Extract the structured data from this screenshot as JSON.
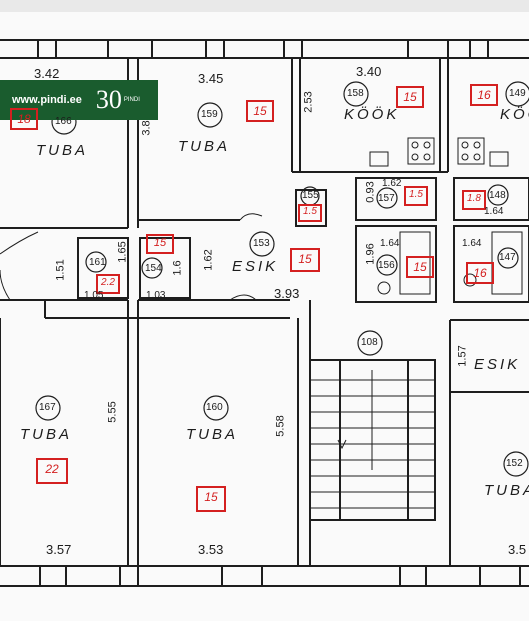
{
  "badge": {
    "site": "www.pindi.ee",
    "year": "30",
    "brand": "PINDI"
  },
  "rooms": [
    {
      "name": "TUBA",
      "num": "166",
      "width": "3.42",
      "area": "18"
    },
    {
      "name": "TUBA",
      "num": "159",
      "width": "3.45",
      "area": "15"
    },
    {
      "name": "KÖÖK",
      "num": "158",
      "width": "3.40",
      "area": "15"
    },
    {
      "name": "KÖÖK",
      "num": "149",
      "area": "16"
    },
    {
      "name": "ESIK",
      "num": "153",
      "width": "3.93",
      "area": "15"
    },
    {
      "name": "TUBA",
      "num": "167",
      "width": "3.57",
      "length": "5.55",
      "area": "22"
    },
    {
      "name": "TUBA",
      "num": "160",
      "width": "3.53",
      "length": "5.58",
      "area": "15"
    },
    {
      "name": "TUBA",
      "num": "152",
      "width": "3.5"
    },
    {
      "name": "ESIK",
      "length": "1.57"
    }
  ],
  "small_rooms": [
    {
      "num": "161",
      "area": "2.2",
      "dims": [
        "1.51",
        "1.65",
        "1.05"
      ]
    },
    {
      "num": "154",
      "area": "15",
      "dims": [
        "1.6",
        "1.03"
      ]
    },
    {
      "num": "155",
      "area": "1.5"
    },
    {
      "num": "157",
      "area": "1.5",
      "dims": [
        "0.93",
        "1.62"
      ]
    },
    {
      "num": "156",
      "area": "15",
      "dims": [
        "1.64",
        "1.96"
      ]
    },
    {
      "num": "148",
      "area": "1.8",
      "dims": [
        "1.64"
      ]
    },
    {
      "num": "147",
      "area": "16",
      "dims": [
        "1.64"
      ]
    },
    {
      "num": "108"
    }
  ],
  "other_dims": [
    "2.53",
    "3.8",
    "1.62"
  ]
}
